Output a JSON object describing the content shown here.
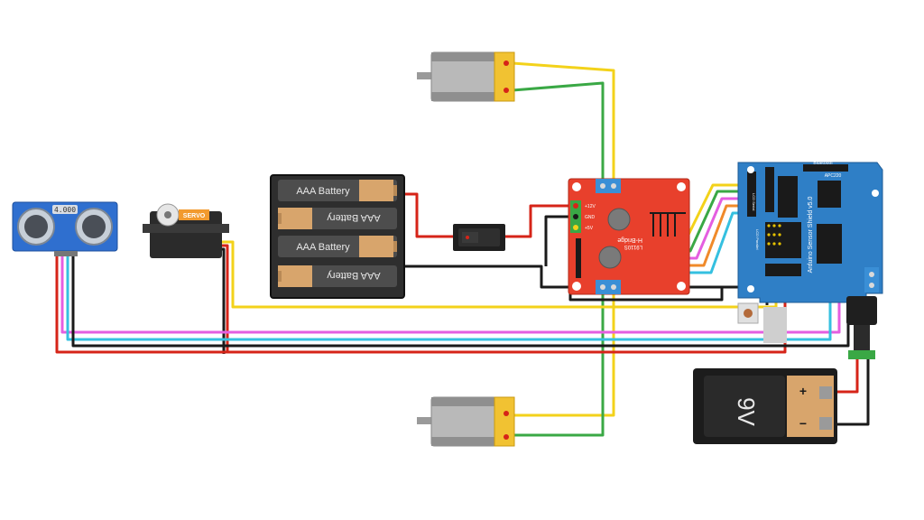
{
  "colors": {
    "wire_red": "#d62418",
    "wire_black": "#1a1a1a",
    "wire_yellow": "#f3d21a",
    "wire_green": "#3aa845",
    "wire_magenta": "#e45ee0",
    "wire_cyan": "#35c0e0",
    "wire_orange": "#f08a2a",
    "driver_board": "#e8402c",
    "shield_board": "#2f7fc6",
    "sensor_board": "#2f6fcf",
    "battery_copper": "#d8a56c"
  },
  "sensor": {
    "label": "4.000"
  },
  "servo": {
    "label": "SERVO"
  },
  "battery_pack": {
    "cells": [
      "AAA Battery",
      "AAA Battery",
      "AAA Battery",
      "AAA Battery"
    ]
  },
  "driver": {
    "pins": [
      "+12V",
      "GND",
      "+5V"
    ],
    "title": "H-Bridge",
    "subtitle": "L9110S"
  },
  "shield": {
    "title": "Arduino Sensor Shield v5.0",
    "bluetooth": "Bluetooth",
    "apc": "APC220",
    "lcd_serial": "LCD Serial",
    "lcd_parallel": "LCD Parallel"
  },
  "battery_9v": {
    "label": "9V",
    "plus": "+",
    "minus": "−"
  }
}
